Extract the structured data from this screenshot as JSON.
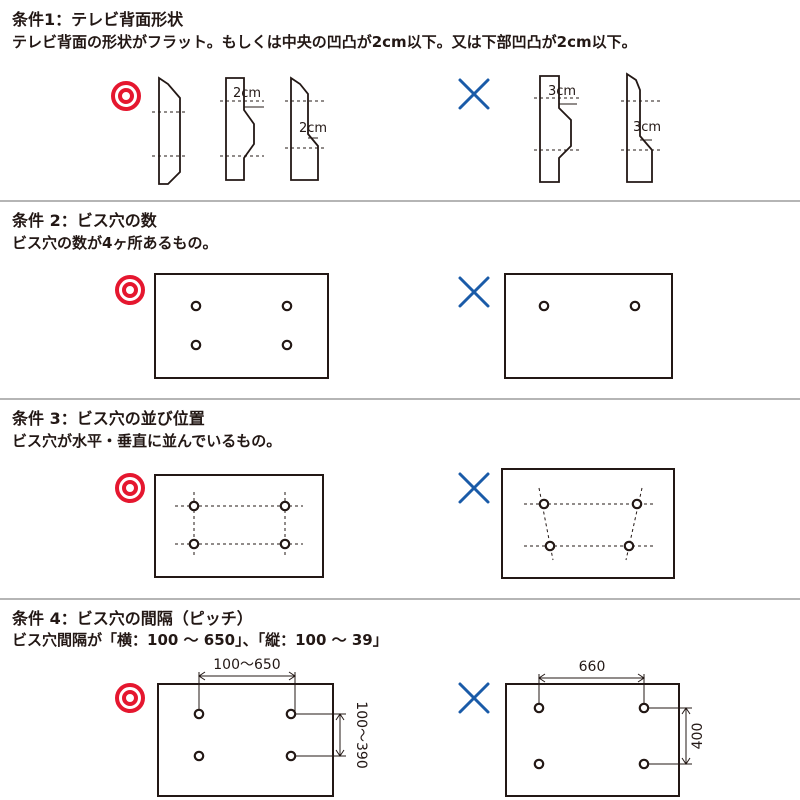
{
  "sections": [
    {
      "title": "条件1：テレビ背面形状",
      "desc": "テレビ背面の形状がフラット。もしくは中央の凹凸が2cm以下。又は下部凹凸が2cm以下。",
      "labels": {
        "ok_center": "2cm",
        "ok_bottom": "2cm",
        "ng_center": "3cm",
        "ng_bottom": "3cm"
      }
    },
    {
      "title": "条件 2：ビス穴の数",
      "desc": "ビス穴の数が4ヶ所あるもの。"
    },
    {
      "title": "条件 3：ビス穴の並び位置",
      "desc": "ビス穴が水平・垂直に並んでいるもの。"
    },
    {
      "title": "条件 4：ビス穴の間隔（ピッチ）",
      "desc": "ビス穴間隔が「横：100 ～ 650」、「縦：100 ～ 39」",
      "labels": {
        "ok_h": "100～650",
        "ok_v": "100～390",
        "ng_h": "660",
        "ng_v": "400"
      }
    }
  ],
  "symbols": {
    "ok": "double-circle",
    "ng": "cross"
  },
  "colors": {
    "ok": "#e5172f",
    "ng": "#1a5ba8",
    "line": "#231815",
    "divider": "#b5b5b5"
  }
}
